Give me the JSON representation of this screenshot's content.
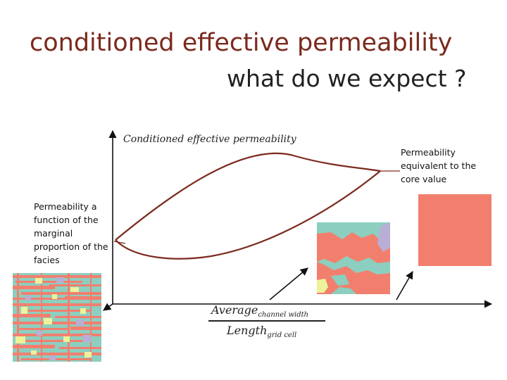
{
  "title": {
    "line1": "conditioned effective permeability",
    "line2": "what do we expect ?"
  },
  "axis": {
    "y_title": "Conditioned effective permeability",
    "x_numerator": "Average",
    "x_numerator_sub": "channel width",
    "x_denominator": "Length",
    "x_denominator_sub": "grid cell"
  },
  "notes": {
    "left": "Permeability a function of the marginal proportion of the facies",
    "right": "Permeability equivalent to the core value"
  },
  "colors": {
    "title": "#7b2a1e",
    "curve": "#7b2a1e",
    "salmon": "#f27f6e",
    "teal": "#8ccfc0",
    "lavender": "#b8aed6",
    "yellow": "#eef29a"
  }
}
